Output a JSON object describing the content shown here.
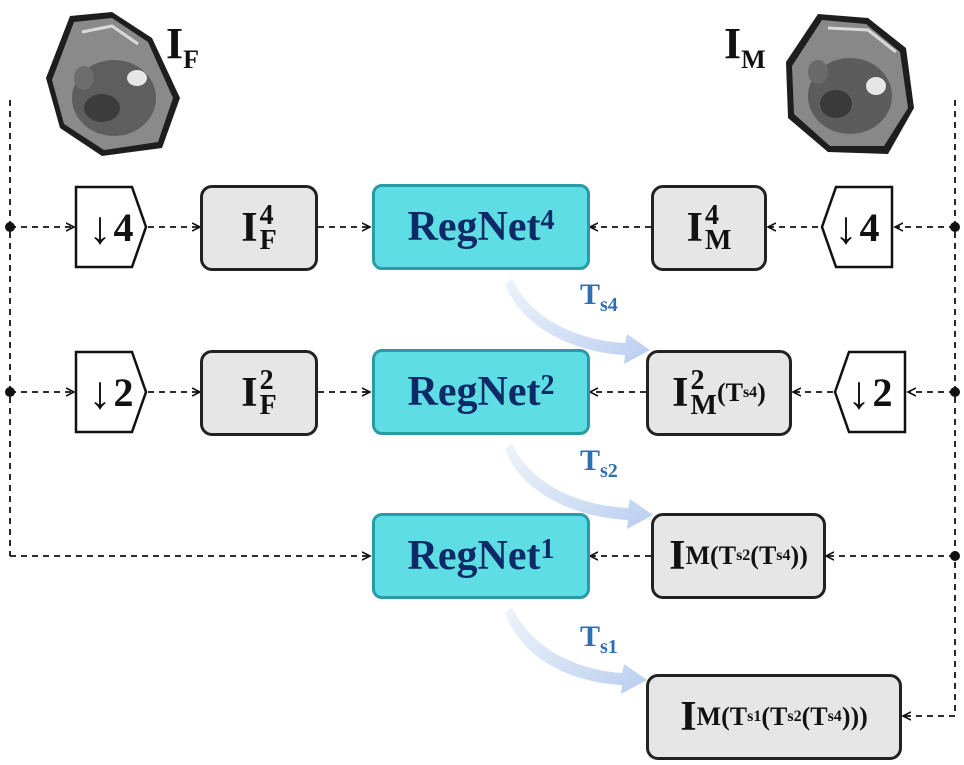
{
  "images": {
    "fixed": {
      "base": "I",
      "sub": "F"
    },
    "moving": {
      "base": "I",
      "sub": "M"
    }
  },
  "downsample": {
    "four": "4",
    "two": "2"
  },
  "rows": {
    "r4": {
      "fixed_base": "I",
      "fixed_sup": "4",
      "fixed_sub": "F",
      "regnet": "RegNet",
      "regnet_sup": "4",
      "moving_base": "I",
      "moving_sup": "4",
      "moving_sub": "M"
    },
    "r2": {
      "fixed_base": "I",
      "fixed_sup": "2",
      "fixed_sub": "F",
      "regnet": "RegNet",
      "regnet_sup": "2",
      "moving_base": "I",
      "moving_sup": "2",
      "moving_sub": "M",
      "moving_arg": "(T",
      "moving_arg_sub": "s4",
      "moving_arg_close": ")"
    },
    "r1": {
      "regnet": "RegNet",
      "regnet_sup": "1",
      "moving_base": "I",
      "moving_sub": "M",
      "p1": "(",
      "t1": "T",
      "t1_sub": "s2",
      "p2": "(T",
      "t2_sub": "s4",
      "close": "))"
    },
    "out": {
      "moving_base": "I",
      "moving_sub": "M",
      "p1": "(",
      "t1": "T",
      "t1_sub": "s1",
      "p2": "(T",
      "t2_sub": "s2",
      "p3": "(T",
      "t3_sub": "s4",
      "close": ")))"
    }
  },
  "transforms": {
    "ts4": {
      "base": "T",
      "sub": "s4"
    },
    "ts2": {
      "base": "T",
      "sub": "s2"
    },
    "ts1": {
      "base": "T",
      "sub": "s1"
    }
  },
  "colors": {
    "regnet_fill": "#5fdde5",
    "regnet_border": "#2a9aa6",
    "regnet_text": "#0d2a66",
    "transform_text": "#2e6fb4",
    "box_fill": "#e6e6e6"
  },
  "icons": {
    "fixed_scan": "ct-scan-image",
    "moving_scan": "ct-scan-image",
    "downsample": "down-arrow-icon"
  }
}
